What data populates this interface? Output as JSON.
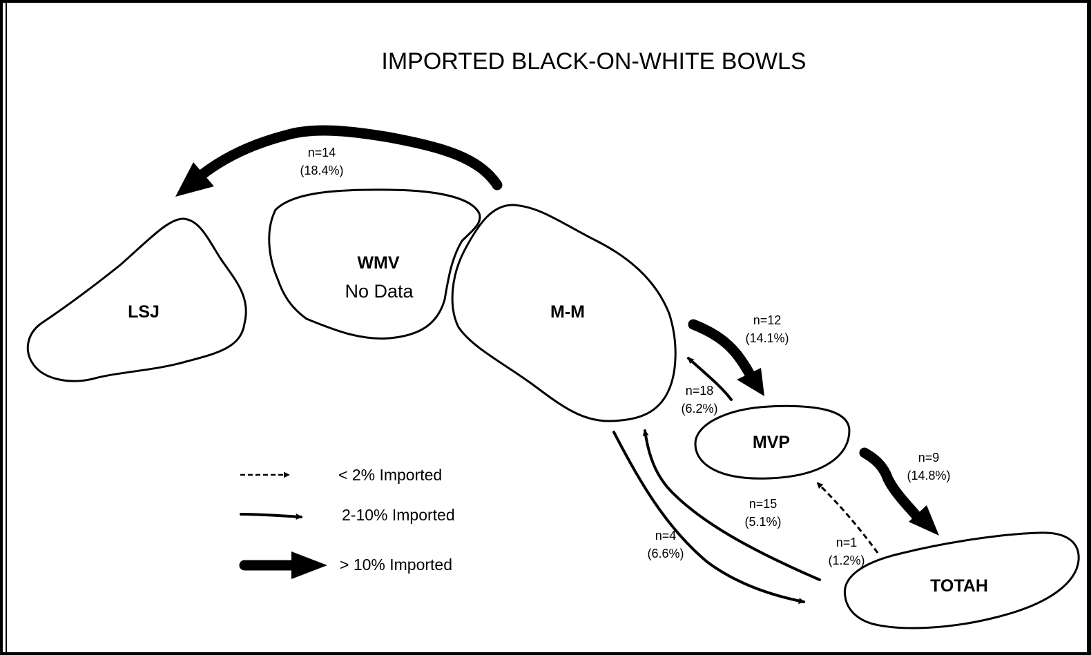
{
  "title": "IMPORTED BLACK-ON-WHITE BOWLS",
  "regions": {
    "lsj": "LSJ",
    "wmv": "WMV",
    "wmv_note": "No Data",
    "mm": "M-M",
    "mvp": "MVP",
    "totah": "TOTAH"
  },
  "flows": [
    {
      "from": "M-M",
      "to": "LSJ",
      "n": "n=14",
      "pct": "(18.4%)",
      "value": 18.4,
      "class": "> 10% Imported"
    },
    {
      "from": "M-M",
      "to": "MVP",
      "n": "n=12",
      "pct": "(14.1%)",
      "value": 14.1,
      "class": "> 10% Imported"
    },
    {
      "from": "MVP",
      "to": "M-M",
      "n": "n=18",
      "pct": "(6.2%)",
      "value": 6.2,
      "class": "2-10% Imported"
    },
    {
      "from": "MVP",
      "to": "TOTAH",
      "n": "n=9",
      "pct": "(14.8%)",
      "value": 14.8,
      "class": "> 10% Imported"
    },
    {
      "from": "TOTAH",
      "to": "M-M",
      "n": "n=15",
      "pct": "(5.1%)",
      "value": 5.1,
      "class": "2-10% Imported"
    },
    {
      "from": "M-M",
      "to": "TOTAH",
      "n": "n=4",
      "pct": "(6.6%)",
      "value": 6.6,
      "class": "2-10% Imported"
    },
    {
      "from": "TOTAH",
      "to": "MVP",
      "n": "n=1",
      "pct": "(1.2%)",
      "value": 1.2,
      "class": "< 2% Imported"
    }
  ],
  "legend": {
    "dashed": "< 2% Imported",
    "thin": "2-10% Imported",
    "thick": "> 10% Imported"
  },
  "colors": {
    "ink": "#000000",
    "background": "#ffffff"
  }
}
